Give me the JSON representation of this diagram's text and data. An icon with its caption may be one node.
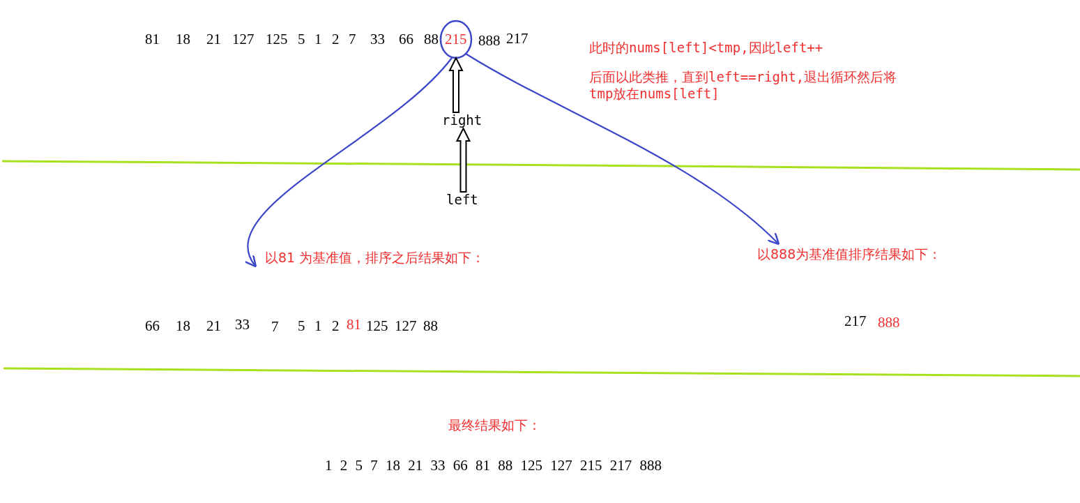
{
  "diagram": {
    "nodes": [
      {
        "text": [
          "215"
        ]
      },
      {
        "text": [
          "以81 为基准值，排序之后结果如下："
        ]
      },
      {
        "text": [
          "以888为基准值排序结果如下："
        ]
      },
      {
        "text": [
          "right"
        ]
      },
      {
        "text": [
          "left"
        ]
      }
    ],
    "edges": [
      {
        "from": 0,
        "to": 1,
        "arrow": "to"
      },
      {
        "from": 0,
        "to": 2,
        "arrow": "to"
      },
      {
        "from": 3,
        "to": 0,
        "arrow": "to"
      },
      {
        "from": 4,
        "to": 3,
        "arrow": "to"
      }
    ],
    "labels": [
      "81",
      "18",
      "21",
      "127",
      "125",
      "5",
      "1",
      "2",
      "7",
      "33",
      "66",
      "88",
      "888",
      "217",
      "此时的nums[left]<tmp,因此left++",
      "后面以此类推，直到left==right,退出循环然后将tmp放在nums[left]",
      "66",
      "18",
      "21",
      "33",
      "7",
      "5",
      "1",
      "2",
      "81",
      "125",
      "127",
      "88",
      "217",
      "888",
      "最终结果如下：",
      "1 2 5 7 18 21 33 66 81 88 125 127 215 217 888"
    ]
  }
}
